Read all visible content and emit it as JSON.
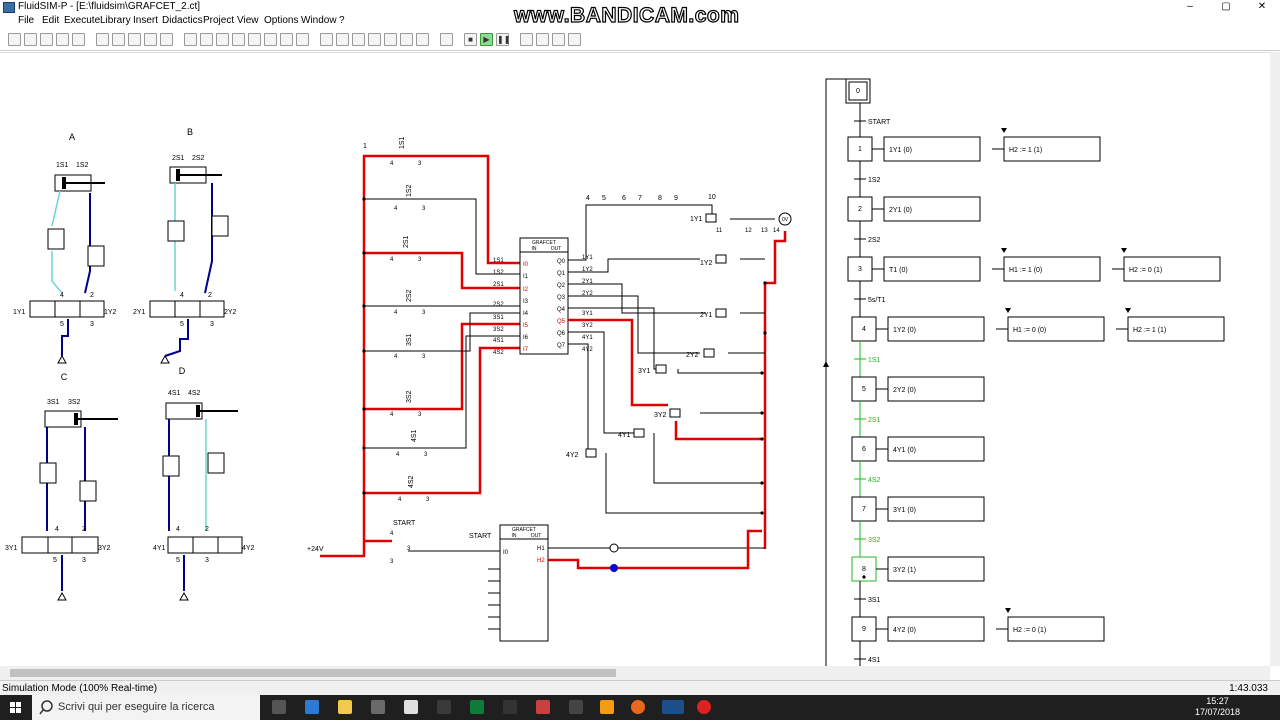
{
  "window": {
    "title": "FluidSIM-P - [E:\\fluidsim\\GRAFCET_2.ct]",
    "min": "–",
    "max": "▢",
    "close": "✕"
  },
  "watermark": "www.BANDICAM.com",
  "menu": [
    "File",
    "Edit",
    "Execute",
    "Library",
    "Insert",
    "Didactics",
    "Project",
    "View",
    "Options",
    "Window",
    "?"
  ],
  "toolbar_icons": [
    "new-icon",
    "open-icon",
    "save-icon",
    "print-preview-icon",
    "print-icon",
    "undo-icon",
    "cut-icon",
    "copy-icon",
    "paste-icon",
    "delete-icon",
    "align-left-icon",
    "align-center-icon",
    "align-right-icon",
    "align-top-icon",
    "align-middle-icon",
    "align-bottom-icon",
    "rotate-icon",
    "flip-icon",
    "grid-icon",
    "zoom-icon",
    "zoom-in-icon",
    "zoom-out-icon",
    "zoom-fit-icon",
    "zoom-window-icon",
    "zoom-previous-icon",
    "check-icon",
    "stop-icon",
    "play-icon",
    "pause-icon",
    "reset-icon",
    "step-icon",
    "continue-icon",
    "step-end-icon"
  ],
  "pneumatic": {
    "cyl_labels": [
      "A",
      "B",
      "C",
      "D"
    ],
    "sensors": [
      [
        "1S1",
        "1S2"
      ],
      [
        "2S1",
        "2S2"
      ],
      [
        "3S1",
        "3S2"
      ],
      [
        "4S1",
        "4S2"
      ]
    ],
    "solenoids": [
      [
        "1Y1",
        "1Y2"
      ],
      [
        "2Y1",
        "2Y2"
      ],
      [
        "3Y1",
        "3Y2"
      ],
      [
        "4Y1",
        "4Y2"
      ]
    ],
    "ports": {
      "p4": "4",
      "p2": "2",
      "p5": "5",
      "p3": "3"
    }
  },
  "electrical": {
    "rail_label": "+24V",
    "wire_numbers_top": [
      "1",
      "4",
      "5",
      "6",
      "7",
      "8",
      "9",
      "10"
    ],
    "switches": [
      "1S1",
      "1S2",
      "2S1",
      "2S2",
      "3S1",
      "3S2",
      "4S1",
      "4S2"
    ],
    "contact_nums": {
      "a": "4",
      "b": "3"
    },
    "start": {
      "label": "START",
      "n4": "4",
      "n3": "3"
    },
    "grafcet_block": {
      "title": "GRAFCET",
      "in": "IN",
      "out": "OUT",
      "inputs": [
        "I0",
        "I1",
        "I2",
        "I3",
        "I4",
        "I5",
        "I6",
        "I7"
      ],
      "outputs": [
        "Q0",
        "Q1",
        "Q2",
        "Q3",
        "Q4",
        "Q5",
        "Q6",
        "Q7"
      ],
      "left_labels": [
        "1S1",
        "1S2",
        "2S1",
        "2S2",
        "3S1",
        "3S2",
        "4S1",
        "4S2"
      ],
      "right_labels": [
        "1Y1",
        "1Y2",
        "2Y1",
        "2Y2",
        "3Y1",
        "3Y2",
        "4Y1",
        "4Y2"
      ]
    },
    "grafcet_block2": {
      "title": "GRAFCET",
      "in": "IN",
      "out": "OUT",
      "start_label": "START",
      "i0": "I0",
      "h1": "H1",
      "h2": "H2"
    },
    "coils": [
      "1Y1",
      "1Y2",
      "2Y1",
      "2Y2",
      "3Y1",
      "3Y2",
      "4Y1",
      "4Y2"
    ],
    "coil_nums": [
      "11",
      "12",
      "13",
      "14"
    ],
    "zero_v": "0V"
  },
  "grafcet": {
    "steps": [
      {
        "n": "0",
        "trans": "START",
        "actions": []
      },
      {
        "n": "1",
        "trans": "1S2",
        "actions": [
          "1Y1 (0)",
          "H2 := 1 (1)"
        ]
      },
      {
        "n": "2",
        "trans": "2S2",
        "actions": [
          "2Y1 (0)"
        ]
      },
      {
        "n": "3",
        "trans": "5s/T1",
        "actions": [
          "T1 (0)",
          "H1 := 1 (0)",
          "H2 := 0 (1)"
        ]
      },
      {
        "n": "4",
        "trans": "1S1",
        "actions": [
          "1Y2 (0)",
          "H1 := 0 (0)",
          "H2 := 1 (1)"
        ]
      },
      {
        "n": "5",
        "trans": "2S1",
        "actions": [
          "2Y2 (0)"
        ]
      },
      {
        "n": "6",
        "trans": "4S2",
        "actions": [
          "4Y1 (0)"
        ]
      },
      {
        "n": "7",
        "trans": "3S2",
        "actions": [
          "3Y1 (0)"
        ]
      },
      {
        "n": "8",
        "trans": "3S1",
        "actions": [
          "3Y2 (1)"
        ]
      },
      {
        "n": "9",
        "trans": "4S1",
        "actions": [
          "4Y2 (0)",
          "H2 := 0 (1)"
        ]
      }
    ]
  },
  "status": {
    "mode": "Simulation Mode (100% Real-time)",
    "time": "1:43.033"
  },
  "taskbar": {
    "search_placeholder": "Scrivi qui per eseguire la ricerca",
    "time": "15:27",
    "date": "17/07/2018"
  },
  "colors": {
    "active_wire": "#e00000",
    "wire": "#000000",
    "hose": "#00008b",
    "hose_light": "#6cd4d4",
    "active_step": "#1fb91f",
    "valve_dot": "#0000cc"
  }
}
